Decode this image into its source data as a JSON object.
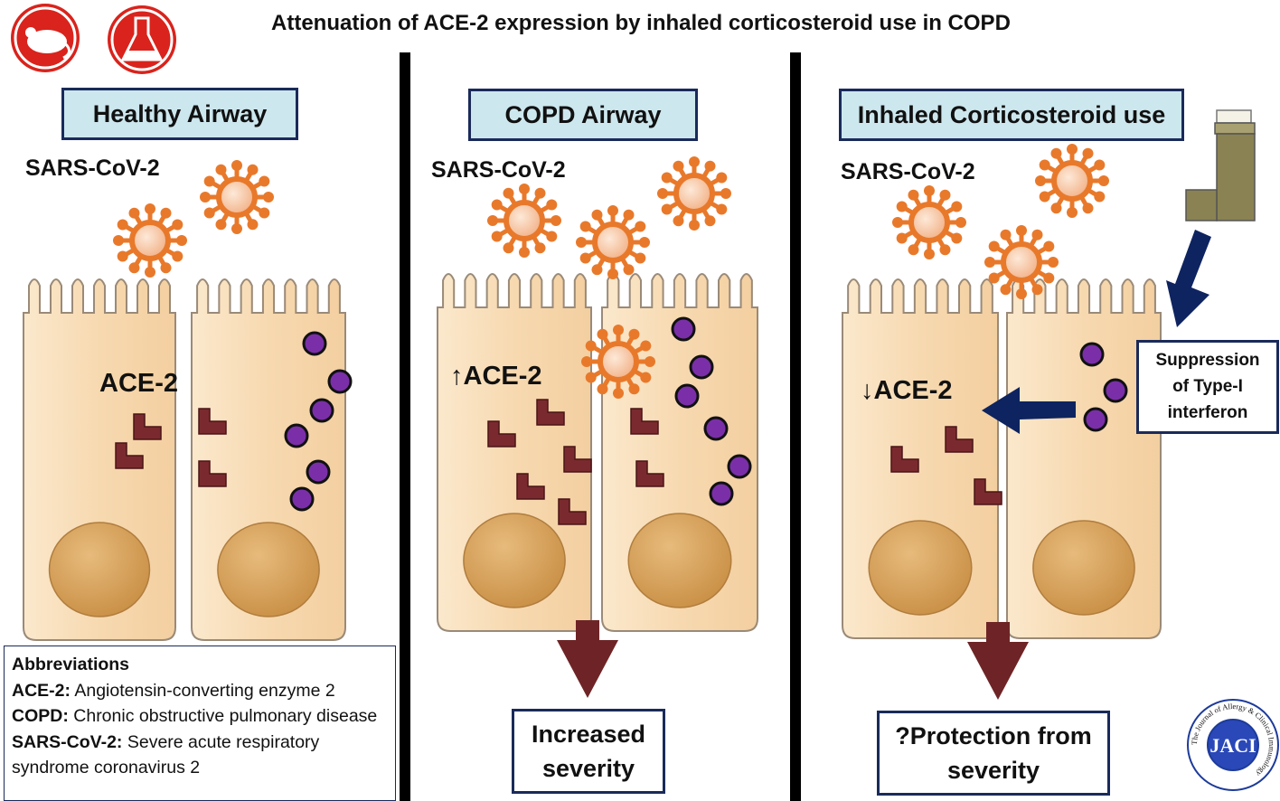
{
  "title": "Attenuation of ACE-2 expression by inhaled corticosteroid use in COPD",
  "panels": [
    {
      "heading": "Healthy Airway",
      "virus_label": "SARS-CoV-2",
      "ace_label": "ACE-2"
    },
    {
      "heading": "COPD Airway",
      "virus_label": "SARS-CoV-2",
      "ace_label": "↑ACE-2",
      "outcome_line1": "Increased",
      "outcome_line2": "severity"
    },
    {
      "heading": "Inhaled Corticosteroid use",
      "virus_label": "SARS-CoV-2",
      "ace_label": "↓ACE-2",
      "outcome_line1": "?Protection from",
      "outcome_line2": "severity"
    }
  ],
  "suppression": {
    "line1": "Suppression",
    "line2": "of Type-I",
    "line3": "interferon"
  },
  "abbreviations": {
    "heading": "Abbreviations",
    "items": [
      {
        "term": "ACE-2:",
        "definition": "Angiotensin-converting enzyme 2"
      },
      {
        "term": "COPD:",
        "definition": "Chronic obstructive pulmonary disease"
      },
      {
        "term": "SARS-CoV-2:",
        "definition": "Severe acute respiratory syndrome coronavirus 2"
      }
    ]
  },
  "logo": {
    "text": "JACI",
    "ring_text": "The Journal of Allergy & Clinical Immunology"
  },
  "colors": {
    "virus": "#e8792b",
    "receptor": "#7a2a2e",
    "interferon": "#7a2fa8",
    "cell": "#f7dcb5",
    "nucleus": "#d9a55e",
    "arrow_navy": "#0e2460",
    "arrow_brown": "#6e2426",
    "icon_red": "#d9231c"
  },
  "icons": [
    "mouse-icon",
    "flask-icon",
    "inhaler-icon",
    "jaci-logo"
  ]
}
